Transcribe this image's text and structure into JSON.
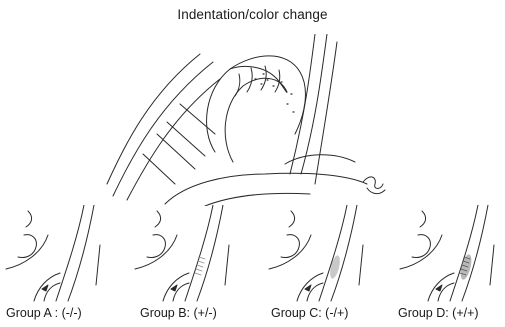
{
  "title": "Indentation/color change",
  "groups": [
    {
      "label": "Group A : (-/-)",
      "indentation": false,
      "color_change": false
    },
    {
      "label": "Group B: (+/-)",
      "indentation": true,
      "color_change": false
    },
    {
      "label": "Group C: (-/+)",
      "indentation": false,
      "color_change": true
    },
    {
      "label": "Group D: (+/+)",
      "indentation": true,
      "color_change": true
    }
  ],
  "colors": {
    "line": "#2a2a2a",
    "shading": "#8a8a8a",
    "background": "#ffffff"
  }
}
